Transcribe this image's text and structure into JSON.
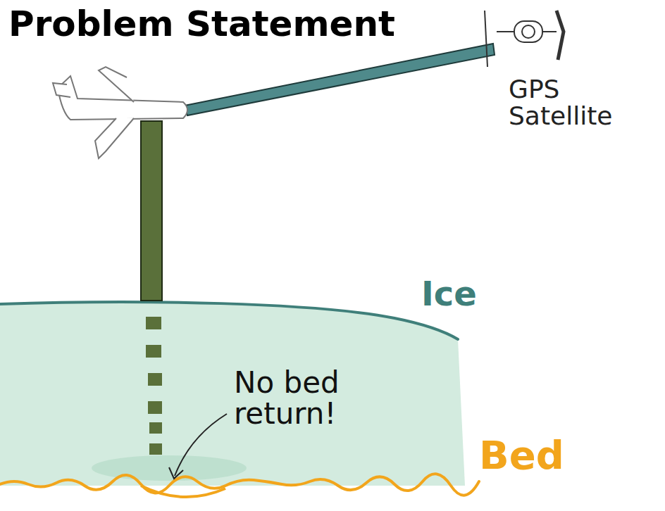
{
  "diagram": {
    "title": "Problem Statement",
    "labels": [
      "GPS Satellite",
      "Ice",
      "No bed return!",
      "Bed"
    ]
  }
}
